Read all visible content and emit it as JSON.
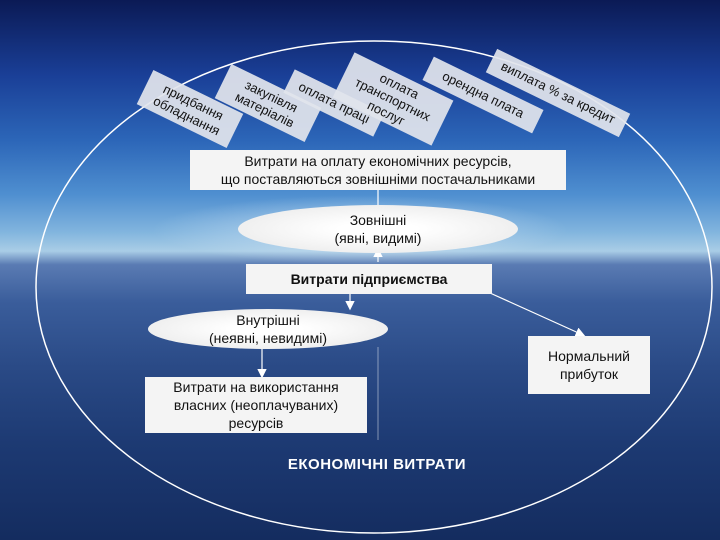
{
  "diagram": {
    "tags": [
      {
        "label": "придбання\nобладнання"
      },
      {
        "label": "закупівля\nматеріалів"
      },
      {
        "label": "оплата праці"
      },
      {
        "label": "оплата\nтранспортних\nпослуг"
      },
      {
        "label": "орендна плата"
      },
      {
        "label": "виплата % за кредит"
      }
    ],
    "external_supply_box": "Витрати на оплату економічних ресурсів,\nщо поставляються зовнішніми постачальниками",
    "external_ellipse": "Зовнішні\n(явні, видимі)",
    "center_box": "Витрати підприємства",
    "internal_ellipse": "Внутрішні\n(неявні, невидимі)",
    "internal_box": "Витрати на використання\nвласних (неоплачуваних)\nресурсів",
    "profit_box": "Нормальний\nприбуток",
    "title": "ЕКОНОМІЧНІ  ВИТРАТИ"
  }
}
